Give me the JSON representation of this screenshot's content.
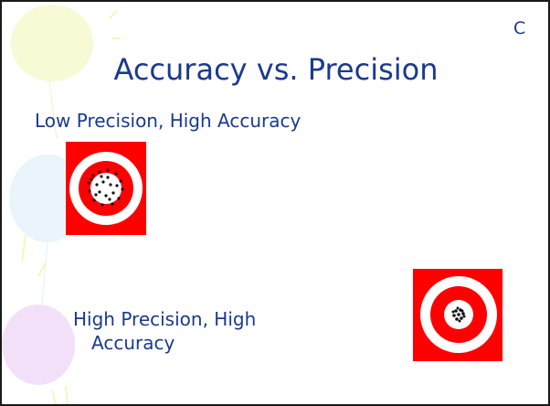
{
  "slide": {
    "corner_letter": "C",
    "title": "Accuracy vs. Precision",
    "examples": [
      {
        "label": "Low Precision, High Accuracy",
        "target_icon": "target-scattered-icon"
      },
      {
        "label_line1": "High Precision, High",
        "label_line2": "Accuracy",
        "target_icon": "target-clustered-icon"
      }
    ]
  },
  "colors": {
    "title": "#1a3a8c",
    "target_red": "#ff0000",
    "target_white": "#ffffff",
    "dots": "#111111",
    "balloon_yellow": "#f4f6b4",
    "balloon_blue": "#d8eef8",
    "balloon_purple": "#e8c8f4"
  }
}
